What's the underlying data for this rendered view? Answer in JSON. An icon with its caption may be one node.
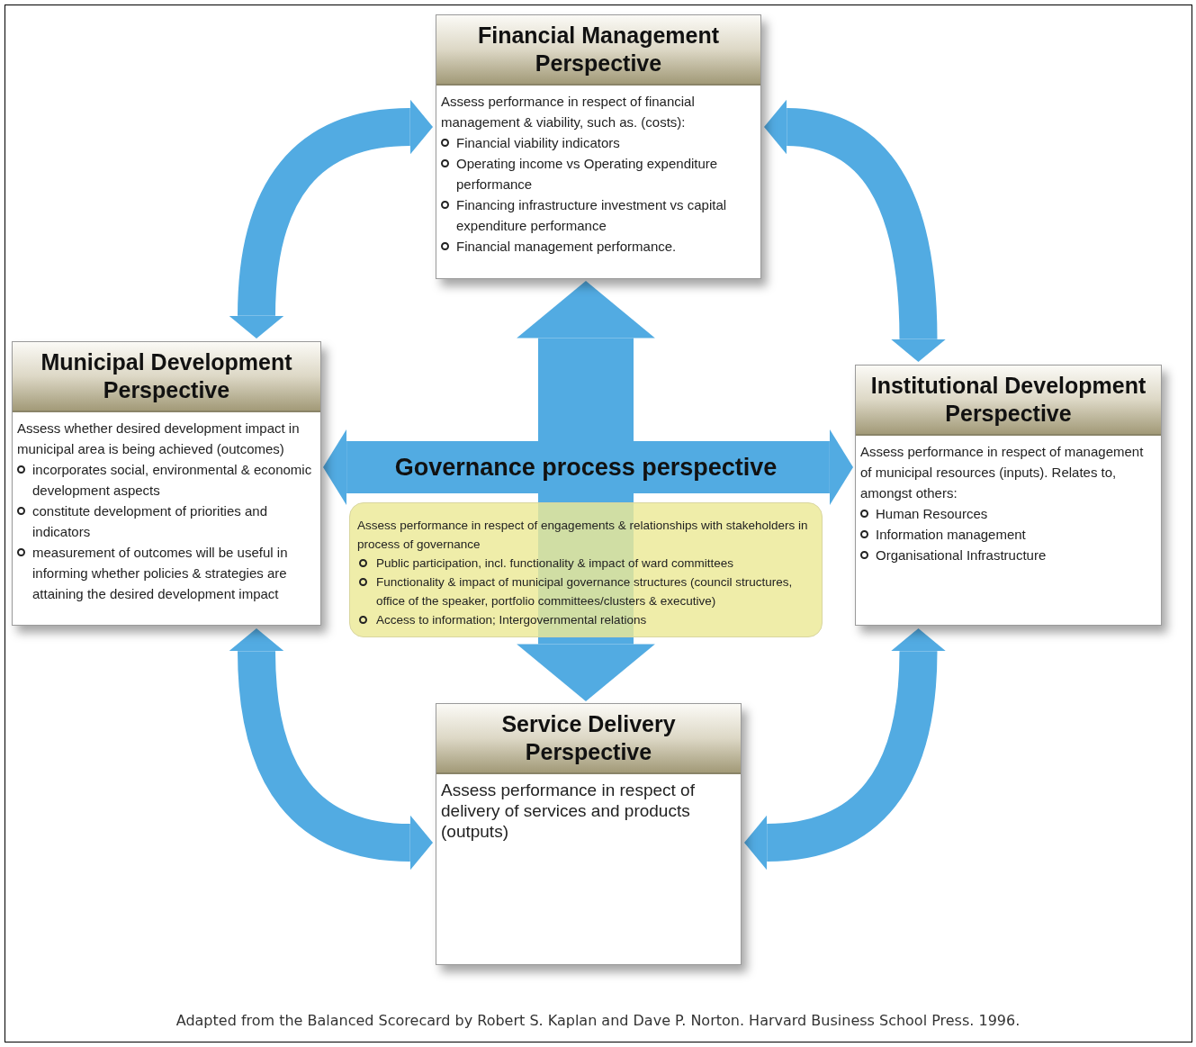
{
  "diagram": {
    "nodes": [
      {
        "text": [
          "Financial Management Perspective",
          "Assess performance in respect of financial management & viability, such as. (costs):",
          "Financial viability indicators",
          "Operating income vs Operating expenditure performance",
          "Financing infrastructure investment vs capital expenditure performance",
          "Financial management performance."
        ]
      },
      {
        "text": [
          "Municipal Development Perspective",
          "Assess whether desired development impact in municipal area is being achieved (outcomes)",
          "incorporates social, environmental & economic development aspects",
          "constitute development of priorities and indicators",
          "measurement of outcomes will be useful in informing whether policies & strategies are attaining the desired development impact"
        ]
      },
      {
        "text": [
          "Governance process perspective",
          "Assess performance in respect of engagements & relationships with stakeholders in process of governance",
          "Public participation, incl. functionality & impact of ward committees",
          "Functionality & impact of municipal governance structures (council structures, office of the speaker, portfolio committees/clusters & executive)",
          "Access to information; Intergovernmental relations"
        ]
      },
      {
        "text": [
          "Institutional Development Perspective",
          "Assess performance in respect of management of municipal resources (inputs). Relates to, amongst others:",
          "Human Resources",
          "Information management",
          "Organisational Infrastructure"
        ]
      },
      {
        "text": [
          "Service Delivery Perspective",
          "Assess performance in respect of delivery of services and products (outputs)"
        ]
      }
    ],
    "edges": [
      {
        "from": 0,
        "to": 1,
        "arrow": "both"
      },
      {
        "from": 0,
        "to": 3,
        "arrow": "both"
      },
      {
        "from": 1,
        "to": 4,
        "arrow": "both"
      },
      {
        "from": 3,
        "to": 4,
        "arrow": "both"
      },
      {
        "from": 2,
        "to": 0,
        "arrow": "to",
        "style": "thick"
      },
      {
        "from": 2,
        "to": 1,
        "arrow": "to"
      },
      {
        "from": 2,
        "to": 3,
        "arrow": "to"
      },
      {
        "from": 2,
        "to": 4,
        "arrow": "to",
        "style": "thick"
      }
    ],
    "caption": "Adapted from the Balanced Scorecard by Robert S. Kaplan and Dave P. Norton. Harvard Business School Press. 1996."
  }
}
